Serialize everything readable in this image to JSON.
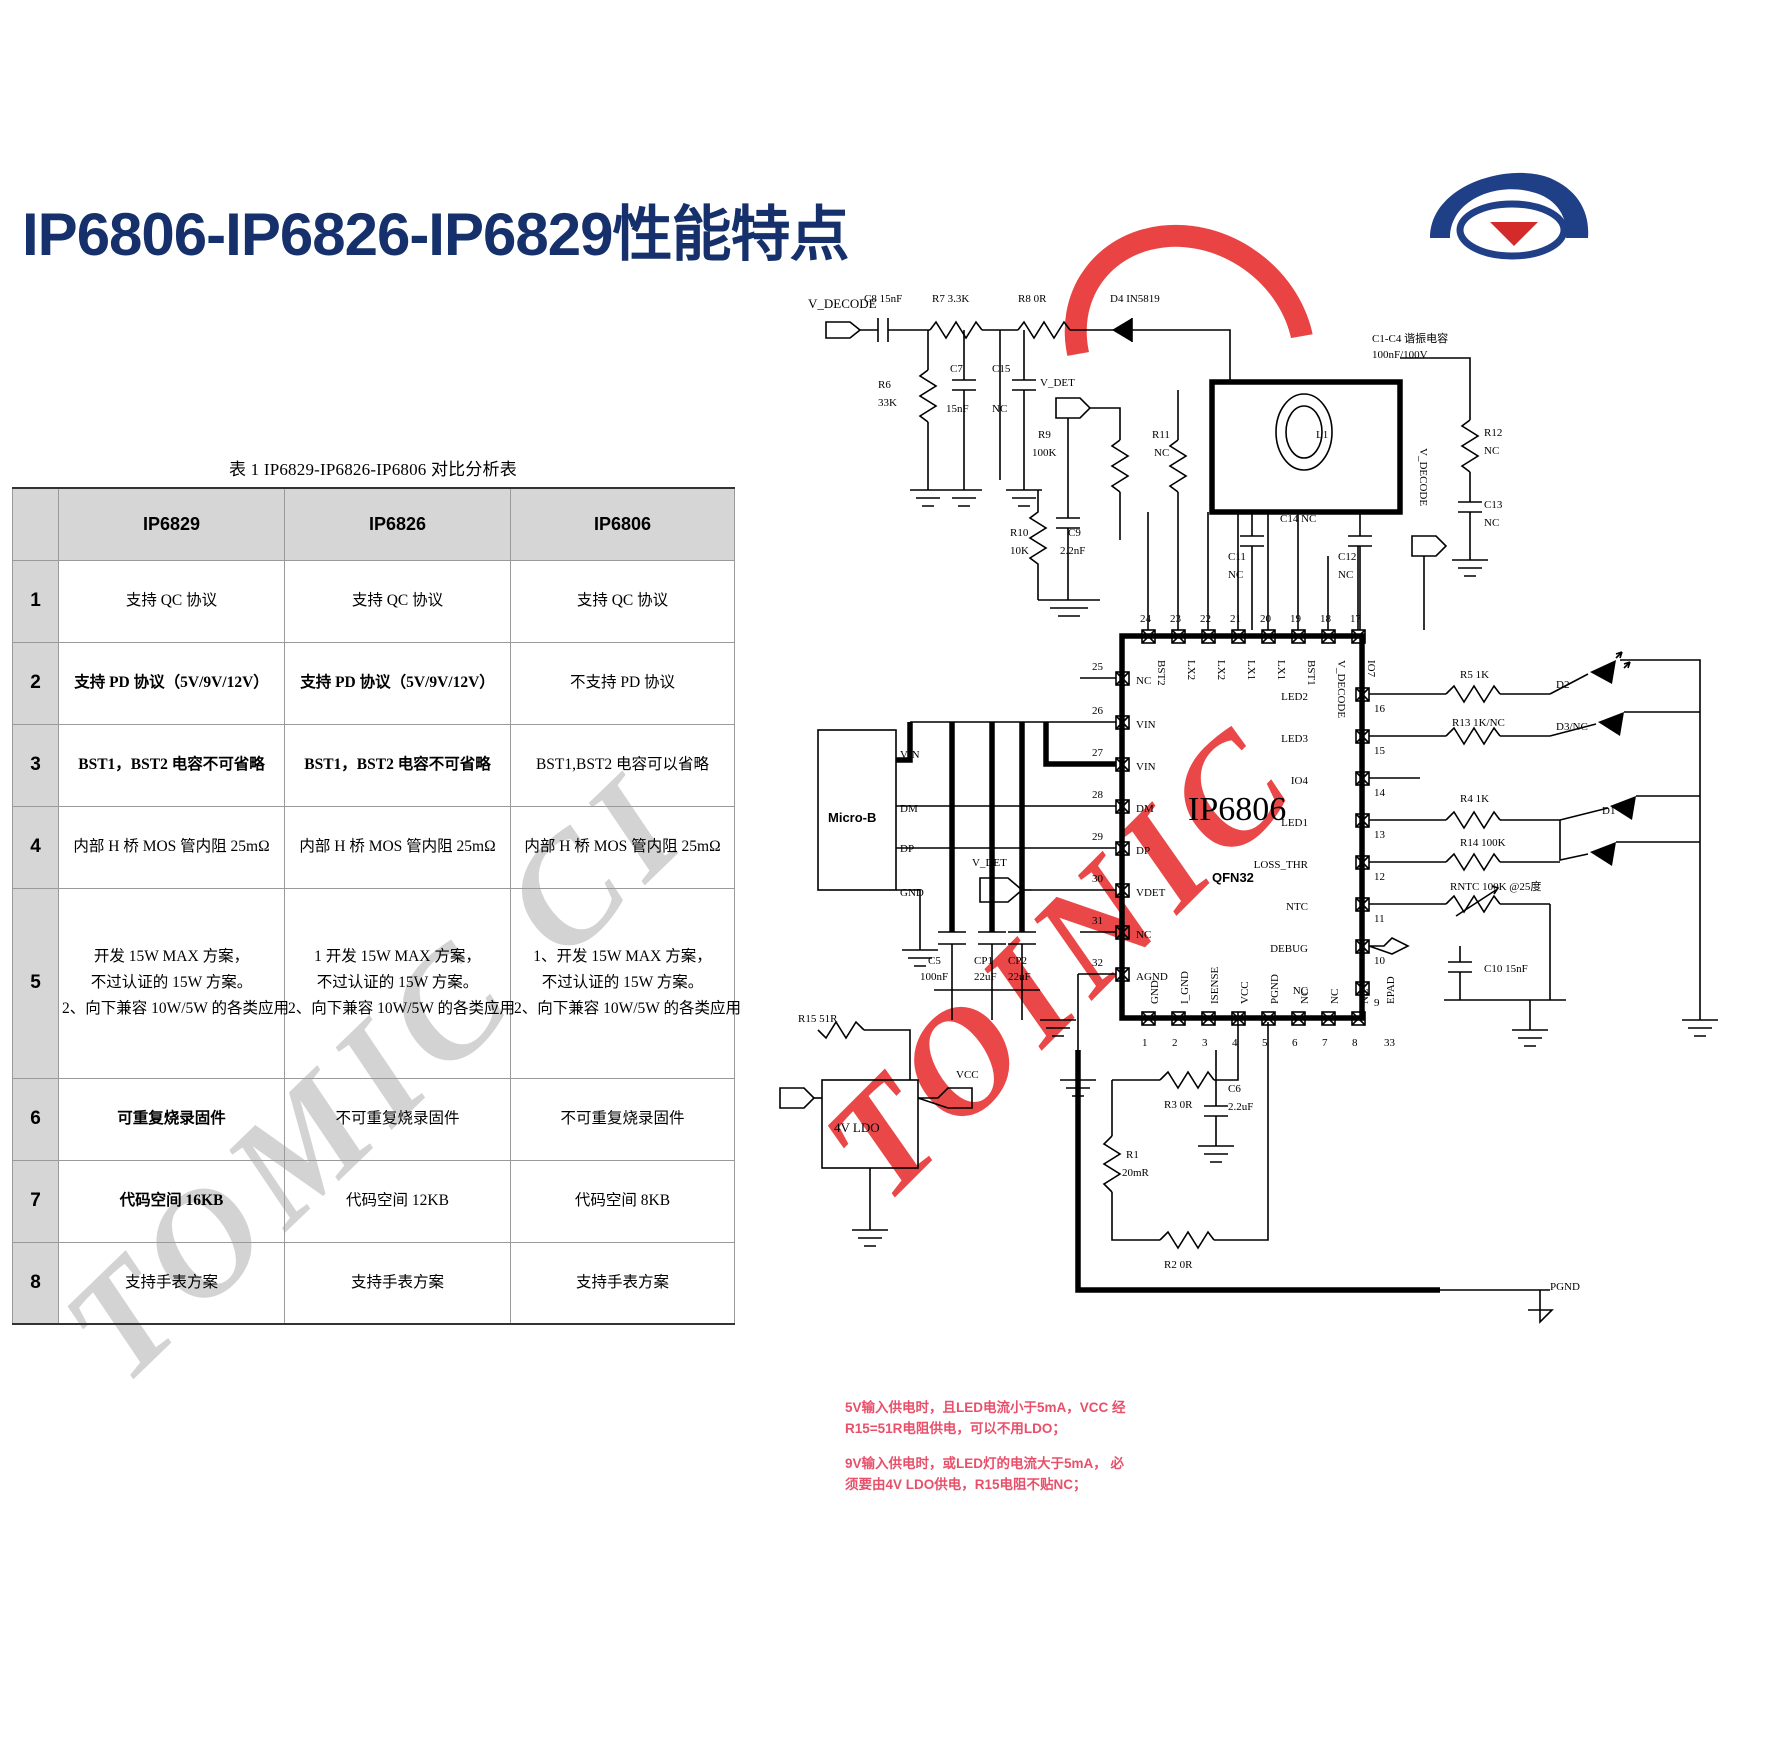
{
  "page": {
    "title": "IP6806-IP6826-IP6829性能特点"
  },
  "watermark": {
    "grey_text": "TOMIC CI",
    "red_text": "TOINIC"
  },
  "table": {
    "caption": "表 1 IP6829-IP6826-IP6806 对比分析表",
    "headers": [
      "",
      "IP6829",
      "IP6826",
      "IP6806"
    ],
    "rows": [
      {
        "idx": "1",
        "cells": [
          {
            "lines": [
              "支持 QC 协议"
            ],
            "red": false
          },
          {
            "lines": [
              "支持 QC 协议"
            ],
            "red": false
          },
          {
            "lines": [
              "支持 QC 协议"
            ],
            "red": false
          }
        ]
      },
      {
        "idx": "2",
        "cells": [
          {
            "lines": [
              "支持 PD 协议（5V/9V/12V）"
            ],
            "red": true
          },
          {
            "lines": [
              "支持 PD 协议（5V/9V/12V）"
            ],
            "red": true
          },
          {
            "lines": [
              "不支持 PD 协议"
            ],
            "red": false
          }
        ]
      },
      {
        "idx": "3",
        "cells": [
          {
            "lines": [
              "BST1，BST2 电容不可省略"
            ],
            "red": true
          },
          {
            "lines": [
              "BST1，BST2 电容不可省略"
            ],
            "red": true
          },
          {
            "lines": [
              "BST1,BST2 电容可以省略"
            ],
            "red": false
          }
        ]
      },
      {
        "idx": "4",
        "cells": [
          {
            "lines": [
              "内部 H 桥 MOS 管内阻 25mΩ"
            ],
            "red": false
          },
          {
            "lines": [
              "内部 H 桥 MOS 管内阻 25mΩ"
            ],
            "red": false
          },
          {
            "lines": [
              "内部 H 桥 MOS 管内阻 25mΩ"
            ],
            "red": false
          }
        ]
      },
      {
        "idx": "5",
        "tall": true,
        "cells": [
          {
            "lines": [
              "开发 15W MAX 方案，",
              "不过认证的 15W 方案。",
              "2、向下兼容 10W/5W 的各类应用"
            ],
            "red": false
          },
          {
            "lines": [
              "1 开发 15W MAX 方案，",
              "不过认证的 15W 方案。",
              "2、向下兼容 10W/5W 的各类应用"
            ],
            "red": false
          },
          {
            "lines": [
              "1、开发 15W MAX 方案，",
              "不过认证的 15W 方案。",
              "2、向下兼容 10W/5W 的各类应用"
            ],
            "red": false
          }
        ]
      },
      {
        "idx": "6",
        "cells": [
          {
            "lines": [
              "可重复烧录固件"
            ],
            "red": true
          },
          {
            "lines": [
              "不可重复烧录固件"
            ],
            "red": false
          },
          {
            "lines": [
              "不可重复烧录固件"
            ],
            "red": false
          }
        ]
      },
      {
        "idx": "7",
        "cells": [
          {
            "lines": [
              "代码空间 16KB"
            ],
            "red": true
          },
          {
            "lines": [
              "代码空间 12KB"
            ],
            "red": false
          },
          {
            "lines": [
              "代码空间 8KB"
            ],
            "red": false
          }
        ]
      },
      {
        "idx": "8",
        "cells": [
          {
            "lines": [
              "支持手表方案"
            ],
            "red": false
          },
          {
            "lines": [
              "支持手表方案"
            ],
            "red": false
          },
          {
            "lines": [
              "支持手表方案"
            ],
            "red": false
          }
        ]
      }
    ]
  },
  "schematic": {
    "chip": {
      "name": "IP6806",
      "package": "QFN32",
      "pins_top": [
        {
          "num": "24",
          "label": "BST2"
        },
        {
          "num": "23",
          "label": "LX2"
        },
        {
          "num": "22",
          "label": "LX2"
        },
        {
          "num": "21",
          "label": "LX1"
        },
        {
          "num": "20",
          "label": "LX1"
        },
        {
          "num": "19",
          "label": "BST1"
        },
        {
          "num": "18",
          "label": "V_DECODE"
        },
        {
          "num": "17",
          "label": "IO7"
        }
      ],
      "pins_left": [
        {
          "num": "25",
          "label": "NC"
        },
        {
          "num": "26",
          "label": "VIN"
        },
        {
          "num": "27",
          "label": "VIN"
        },
        {
          "num": "28",
          "label": "DM"
        },
        {
          "num": "29",
          "label": "DP"
        },
        {
          "num": "30",
          "label": "VDET"
        },
        {
          "num": "31",
          "label": "NC"
        },
        {
          "num": "32",
          "label": "AGND"
        }
      ],
      "pins_right": [
        {
          "num": "16",
          "label": "LED2"
        },
        {
          "num": "15",
          "label": "LED3"
        },
        {
          "num": "14",
          "label": "IO4"
        },
        {
          "num": "13",
          "label": "LED1"
        },
        {
          "num": "12",
          "label": "LOSS_THR"
        },
        {
          "num": "11",
          "label": "NTC"
        },
        {
          "num": "10",
          "label": "DEBUG"
        },
        {
          "num": "9",
          "label": "NC"
        }
      ],
      "pins_bottom": [
        {
          "num": "1",
          "label": "GND"
        },
        {
          "num": "2",
          "label": "I_GND"
        },
        {
          "num": "3",
          "label": "ISENSE"
        },
        {
          "num": "4",
          "label": "VCC"
        },
        {
          "num": "5",
          "label": "PGND"
        },
        {
          "num": "6",
          "label": "NC"
        },
        {
          "num": "7",
          "label": "NC"
        },
        {
          "num": "8",
          "label": "NC"
        },
        {
          "num": "33",
          "label": "EPAD"
        }
      ]
    },
    "components": [
      {
        "ref": "C8",
        "val": "15nF"
      },
      {
        "ref": "R7",
        "val": "3.3K"
      },
      {
        "ref": "R8",
        "val": "0R"
      },
      {
        "ref": "D4",
        "val": "IN5819"
      },
      {
        "ref": "R6",
        "val": "33K"
      },
      {
        "ref": "C7",
        "val": "15nF"
      },
      {
        "ref": "C15",
        "val": "NC"
      },
      {
        "ref": "R9",
        "val": "100K"
      },
      {
        "ref": "R11",
        "val": "NC"
      },
      {
        "ref": "R12",
        "val": "NC"
      },
      {
        "ref": "C13",
        "val": "NC"
      },
      {
        "ref": "C14",
        "val": "NC"
      },
      {
        "ref": "R10",
        "val": "10K"
      },
      {
        "ref": "C9",
        "val": "2.2nF"
      },
      {
        "ref": "C11",
        "val": "NC"
      },
      {
        "ref": "C12",
        "val": "NC"
      },
      {
        "ref": "C5",
        "val": "100nF"
      },
      {
        "ref": "CP1",
        "val": "22uF"
      },
      {
        "ref": "CP2",
        "val": "22uF"
      },
      {
        "ref": "C6",
        "val": "2.2uF"
      },
      {
        "ref": "R3",
        "val": "0R"
      },
      {
        "ref": "R1",
        "val": "20mR"
      },
      {
        "ref": "R2",
        "val": "0R"
      },
      {
        "ref": "R5",
        "val": "1K"
      },
      {
        "ref": "R13",
        "val": "1K/NC"
      },
      {
        "ref": "R4",
        "val": "1K"
      },
      {
        "ref": "R14",
        "val": "100K"
      },
      {
        "ref": "C10",
        "val": "15nF"
      },
      {
        "ref": "R15",
        "val": "51R"
      },
      {
        "ref": "L1",
        "val": ""
      }
    ],
    "labels": {
      "v_decode": "V_DECODE",
      "v_det": "V_DET",
      "micro_b": "Micro-B",
      "ldo": "4V LDO",
      "vcc": "VCC",
      "pgnd": "PGND",
      "gnd": "GND",
      "dp": "DP",
      "dm": "DM",
      "vin": "VIN",
      "c1c4": "C1-C4 谐振电容",
      "c1c4_val": "100nF/100V",
      "rntc": "RNTC 100K @25度",
      "d1": "D1",
      "d2": "D2",
      "d3": "D3/NC"
    },
    "notes": [
      "5V输入供电时，且LED电流小于5mA，VCC 经R15=51R电阻供电，可以不用LDO；",
      "9V输入供电时，或LED灯的电流大于5mA， 必须要由4V LDO供电，R15电阻不贴NC；"
    ]
  }
}
